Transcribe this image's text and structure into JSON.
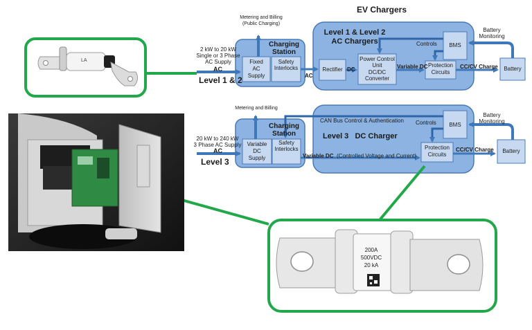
{
  "title": "EV Chargers",
  "colors": {
    "panel": "#8db3e2",
    "box": "#c6d9f1",
    "stroke": "#4a7ab5",
    "arrow": "#3f78b8",
    "callout": "#22a84a",
    "fuse_body": "#f4f4f4"
  },
  "level12": {
    "metering": "Metering and Billing",
    "metering_sub": "(Public Charging)",
    "supply_line1": "2 kW to 20 kW",
    "supply_line2": "Single or 3 Phase",
    "supply_line3": "AC Supply",
    "ac_in": "AC",
    "level": "Level 1 & 2",
    "station_line1": "Charging",
    "station_line2": "Station",
    "fixed_line1": "Fixed",
    "fixed_line2": "AC",
    "fixed_line3": "Supply",
    "safety_line1": "Safety",
    "safety_line2": "Interlocks",
    "ac_out": "AC",
    "charger_line1": "Level 1 & Level 2",
    "charger_line2": "AC Chargers",
    "rectifier": "Rectifier",
    "dc": "DC",
    "pcu_line1": "Power Control",
    "pcu_line2": "Unit",
    "pcu_line3": "DC/DC",
    "pcu_line4": "Converter",
    "variable_dc": "Variable DC",
    "protection_line1": "Protection",
    "protection_line2": "Circuits",
    "bms": "BMS",
    "controls": "Controls",
    "monitor_line1": "Battery",
    "monitor_line2": "Monitoring",
    "cccv": "CC/CV Charge",
    "battery": "Battery"
  },
  "level3": {
    "metering": "Metering and Billing",
    "supply_line1": "20 kW to 240 kW",
    "supply_line2": "3 Phase AC Supply",
    "ac_in": "AC",
    "level": "Level 3",
    "station_line1": "Charging",
    "station_line2": "Station",
    "variable_line1": "Variable",
    "variable_line2": "DC",
    "variable_line3": "Supply",
    "safety_line1": "Safety",
    "safety_line2": "Interlocks",
    "variable_dc": "Variable DC",
    "controlled": "(Controlled Voltage and Current)",
    "can_bus": "CAN Bus Control & Authentication",
    "charger": "Level 3   DC Charger",
    "controls": "Controls",
    "bms": "BMS",
    "monitor_line1": "Battery",
    "monitor_line2": "Monitoring",
    "protection_line1": "Protection",
    "protection_line2": "Circuits",
    "cccv": "CC/CV Charge",
    "battery": "Battery"
  },
  "fuse_small": {
    "marking": "LA"
  },
  "fuse_large": {
    "rating_line1": "200A",
    "rating_line2": "500VDC",
    "rating_line3": "20 kA"
  }
}
